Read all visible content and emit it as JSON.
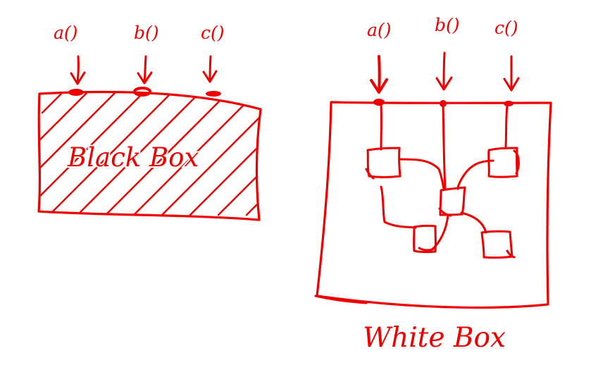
{
  "colors": {
    "ink": "#ee0000",
    "background": "#ffffff"
  },
  "black_box": {
    "inputs": [
      "a()",
      "b()",
      "c()"
    ],
    "label": "Black Box"
  },
  "white_box": {
    "inputs": [
      "a()",
      "b()",
      "c()"
    ],
    "label": "White Box"
  }
}
